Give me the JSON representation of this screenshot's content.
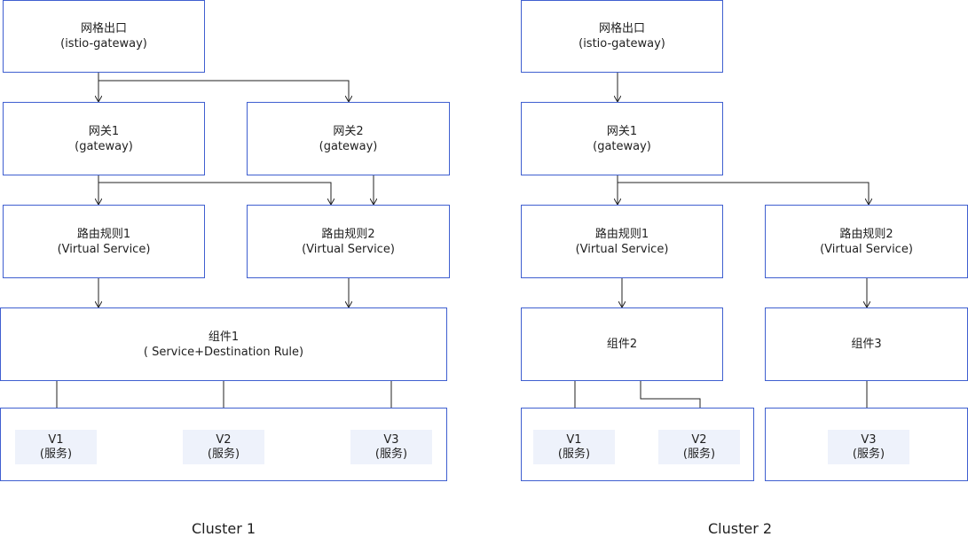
{
  "cluster1": {
    "caption": "Cluster 1",
    "egress": {
      "line1": "网格出口",
      "line2": "(istio-gateway)"
    },
    "gateway1": {
      "line1": "网关1",
      "line2": "(gateway)"
    },
    "gateway2": {
      "line1": "网关2",
      "line2": "(gateway)"
    },
    "route1": {
      "line1": "路由规则1",
      "line2": "(Virtual Service)"
    },
    "route2": {
      "line1": "路由规则2",
      "line2": "(Virtual Service)"
    },
    "component1": {
      "line1": "组件1",
      "line2": "( Service+Destination Rule)"
    },
    "v1": {
      "line1": "V1",
      "line2": "(服务)"
    },
    "v2": {
      "line1": "V2",
      "line2": "(服务)"
    },
    "v3": {
      "line1": "V3",
      "line2": "(服务)"
    }
  },
  "cluster2": {
    "caption": "Cluster 2",
    "egress": {
      "line1": "网格出口",
      "line2": "(istio-gateway)"
    },
    "gateway1": {
      "line1": "网关1",
      "line2": "(gateway)"
    },
    "route1": {
      "line1": "路由规则1",
      "line2": "(Virtual Service)"
    },
    "route2": {
      "line1": "路由规则2",
      "line2": "(Virtual Service)"
    },
    "component2": {
      "line1": "组件2"
    },
    "component3": {
      "line1": "组件3"
    },
    "v1": {
      "line1": "V1",
      "line2": "(服务)"
    },
    "v2": {
      "line1": "V2",
      "line2": "(服务)"
    },
    "v3": {
      "line1": "V3",
      "line2": "(服务)"
    }
  },
  "colors": {
    "box_border": "#3f5fd0",
    "service_fill": "#eef2fb",
    "connector": "#222222"
  }
}
